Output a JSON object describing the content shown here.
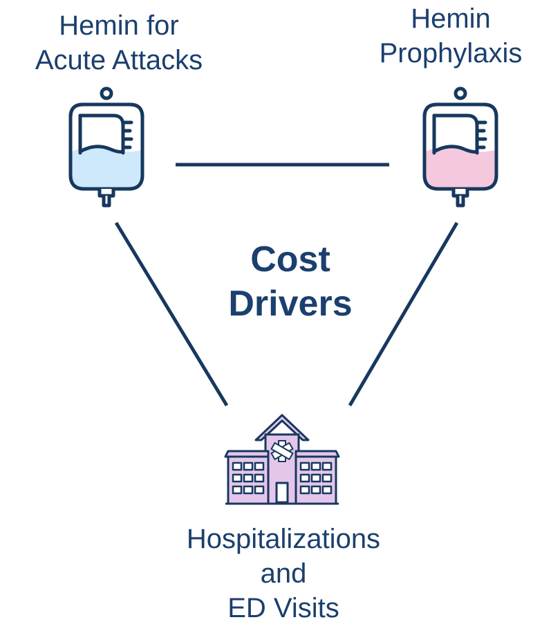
{
  "nodes": {
    "left": {
      "lines": [
        "Hemin for",
        "Acute Attacks"
      ],
      "icon": "iv-bag-icon",
      "fill": "#cde9fb"
    },
    "right": {
      "lines": [
        "Hemin",
        "Prophylaxis"
      ],
      "icon": "iv-bag-icon",
      "fill": "#f4c8dd"
    },
    "bottom": {
      "lines": [
        "Hospitalizations",
        "and",
        "ED Visits"
      ],
      "icon": "hospital-icon",
      "fill": "#e4c6ea"
    }
  },
  "center": {
    "lines": [
      "Cost",
      "Drivers"
    ]
  },
  "colors": {
    "text": "#1b3f6e",
    "stroke": "#17385e"
  }
}
